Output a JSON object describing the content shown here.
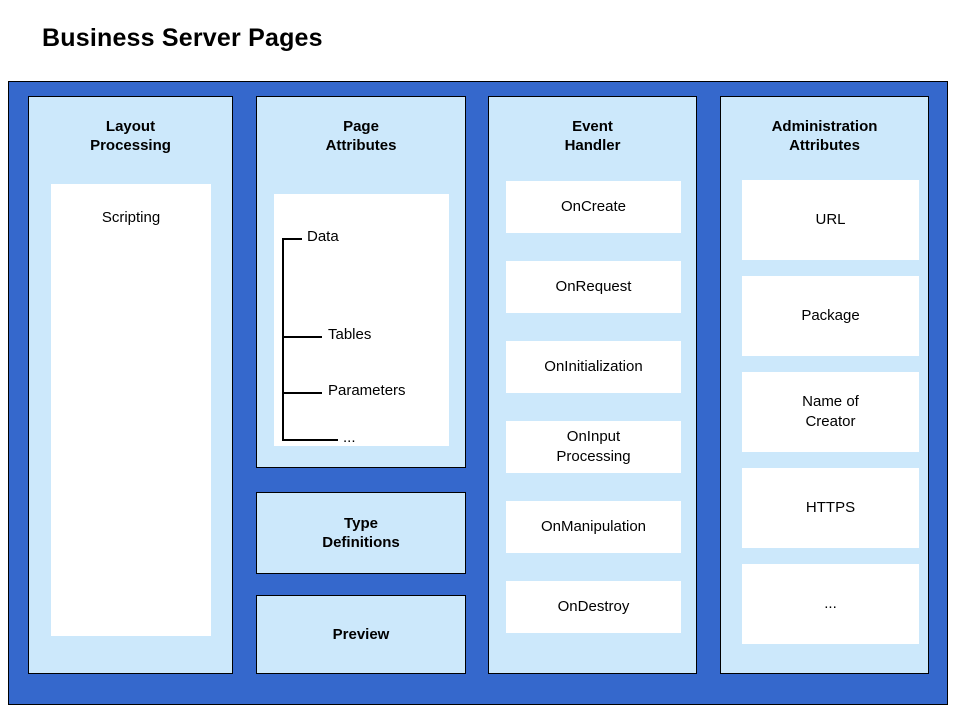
{
  "page": {
    "title": "Business Server Pages",
    "colors": {
      "frame_blue": "#3568cc",
      "panel_light_blue": "#cce8fb",
      "box_white": "#ffffff",
      "outline_black": "#000000",
      "text_black": "#000000",
      "background": "#ffffff"
    }
  },
  "columns": [
    {
      "id": "layout-processing",
      "heading": "Layout\nProcessing",
      "items": [
        {
          "label": "Scripting",
          "style": "white-box"
        }
      ],
      "sub_boxes": []
    },
    {
      "id": "page-attributes",
      "heading": "Page\nAttributes",
      "items": [
        {
          "label": "",
          "style": "white-box-tree"
        }
      ],
      "tree": {
        "nodes": [
          {
            "label": "Data"
          },
          {
            "label": "Tables"
          },
          {
            "label": "Parameters"
          },
          {
            "label": "..."
          }
        ]
      },
      "sub_boxes": [
        {
          "label": "Type\nDefinitions"
        },
        {
          "label": "Preview"
        }
      ]
    },
    {
      "id": "event-handler",
      "heading": "Event\nHandler",
      "items": [
        {
          "label": "OnCreate",
          "style": "white-box"
        },
        {
          "label": "OnRequest",
          "style": "white-box"
        },
        {
          "label": "OnInitialization",
          "style": "white-box"
        },
        {
          "label": "OnInput\nProcessing",
          "style": "white-box"
        },
        {
          "label": "OnManipulation",
          "style": "white-box"
        },
        {
          "label": "OnDestroy",
          "style": "white-box"
        }
      ],
      "sub_boxes": []
    },
    {
      "id": "administration-attributes",
      "heading": "Administration\nAttributes",
      "items": [
        {
          "label": "URL",
          "style": "white-box"
        },
        {
          "label": "Package",
          "style": "white-box"
        },
        {
          "label": "Name  of\nCreator",
          "style": "white-box"
        },
        {
          "label": "HTTPS",
          "style": "white-box"
        },
        {
          "label": "...",
          "style": "white-box"
        }
      ],
      "sub_boxes": []
    }
  ]
}
